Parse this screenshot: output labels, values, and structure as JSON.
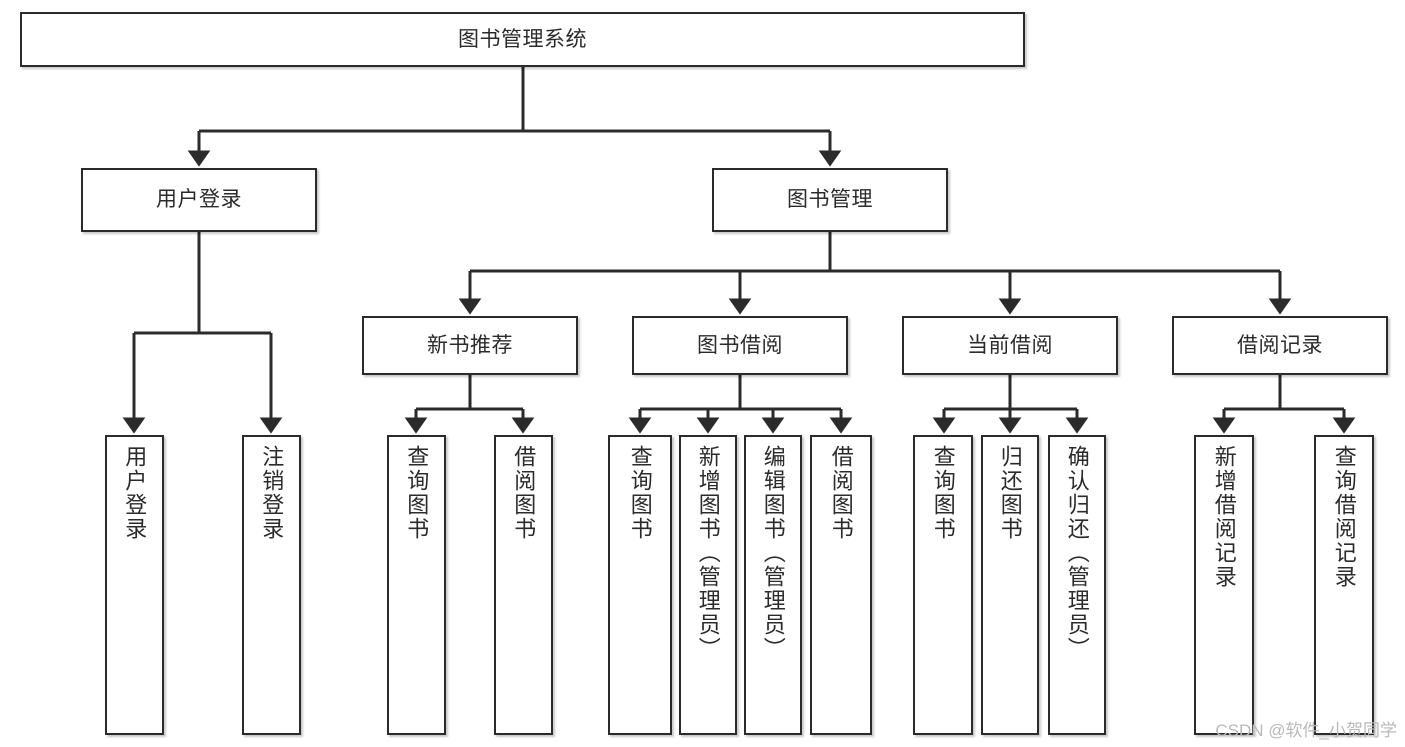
{
  "diagram": {
    "type": "tree-hierarchy",
    "title": "图书管理系统",
    "watermark": "CSDN @软件_小贺同学",
    "colors": {
      "stroke": "#2b2b2b",
      "fill": "#ffffff",
      "background": "#ffffff",
      "watermark": "#b9b9b9"
    },
    "nodes": {
      "root": {
        "label": "图书管理系统",
        "level": 1,
        "orientation": "horizontal"
      },
      "user_login": {
        "label": "用户登录",
        "level": 2,
        "orientation": "horizontal"
      },
      "book_manage": {
        "label": "图书管理",
        "level": 2,
        "orientation": "horizontal"
      },
      "new_book_rec": {
        "label": "新书推荐",
        "level": 3,
        "orientation": "horizontal"
      },
      "book_borrow": {
        "label": "图书借阅",
        "level": 3,
        "orientation": "horizontal"
      },
      "current_borrow": {
        "label": "当前借阅",
        "level": 3,
        "orientation": "horizontal"
      },
      "borrow_record": {
        "label": "借阅记录",
        "level": 3,
        "orientation": "horizontal"
      },
      "leaf_user_login": {
        "label": "用户登录",
        "level": 4,
        "orientation": "vertical"
      },
      "leaf_user_logout": {
        "label": "注销登录",
        "level": 4,
        "orientation": "vertical"
      },
      "leaf_rec_query": {
        "label": "查询图书",
        "level": 4,
        "orientation": "vertical"
      },
      "leaf_rec_borrow": {
        "label": "借阅图书",
        "level": 4,
        "orientation": "vertical"
      },
      "leaf_borrow_query": {
        "label": "查询图书",
        "level": 4,
        "orientation": "vertical"
      },
      "leaf_borrow_add": {
        "label": "新增图书（管理员）",
        "level": 4,
        "orientation": "vertical"
      },
      "leaf_borrow_edit": {
        "label": "编辑图书（管理员）",
        "level": 4,
        "orientation": "vertical"
      },
      "leaf_borrow_lend": {
        "label": "借阅图书",
        "level": 4,
        "orientation": "vertical"
      },
      "leaf_cur_query": {
        "label": "查询图书",
        "level": 4,
        "orientation": "vertical"
      },
      "leaf_cur_return": {
        "label": "归还图书",
        "level": 4,
        "orientation": "vertical"
      },
      "leaf_cur_confirm": {
        "label": "确认归还（管理员）",
        "level": 4,
        "orientation": "vertical"
      },
      "leaf_rec_add": {
        "label": "新增借阅记录",
        "level": 4,
        "orientation": "vertical"
      },
      "leaf_rec_search": {
        "label": "查询借阅记录",
        "level": 4,
        "orientation": "vertical"
      }
    },
    "edges": [
      {
        "from": "root",
        "to": "user_login"
      },
      {
        "from": "root",
        "to": "book_manage"
      },
      {
        "from": "user_login",
        "to": "leaf_user_login"
      },
      {
        "from": "user_login",
        "to": "leaf_user_logout"
      },
      {
        "from": "book_manage",
        "to": "new_book_rec"
      },
      {
        "from": "book_manage",
        "to": "book_borrow"
      },
      {
        "from": "book_manage",
        "to": "current_borrow"
      },
      {
        "from": "book_manage",
        "to": "borrow_record"
      },
      {
        "from": "new_book_rec",
        "to": "leaf_rec_query"
      },
      {
        "from": "new_book_rec",
        "to": "leaf_rec_borrow"
      },
      {
        "from": "book_borrow",
        "to": "leaf_borrow_query"
      },
      {
        "from": "book_borrow",
        "to": "leaf_borrow_add"
      },
      {
        "from": "book_borrow",
        "to": "leaf_borrow_edit"
      },
      {
        "from": "book_borrow",
        "to": "leaf_borrow_lend"
      },
      {
        "from": "current_borrow",
        "to": "leaf_cur_query"
      },
      {
        "from": "current_borrow",
        "to": "leaf_cur_return"
      },
      {
        "from": "current_borrow",
        "to": "leaf_cur_confirm"
      },
      {
        "from": "borrow_record",
        "to": "leaf_rec_add"
      },
      {
        "from": "borrow_record",
        "to": "leaf_rec_search"
      }
    ]
  }
}
